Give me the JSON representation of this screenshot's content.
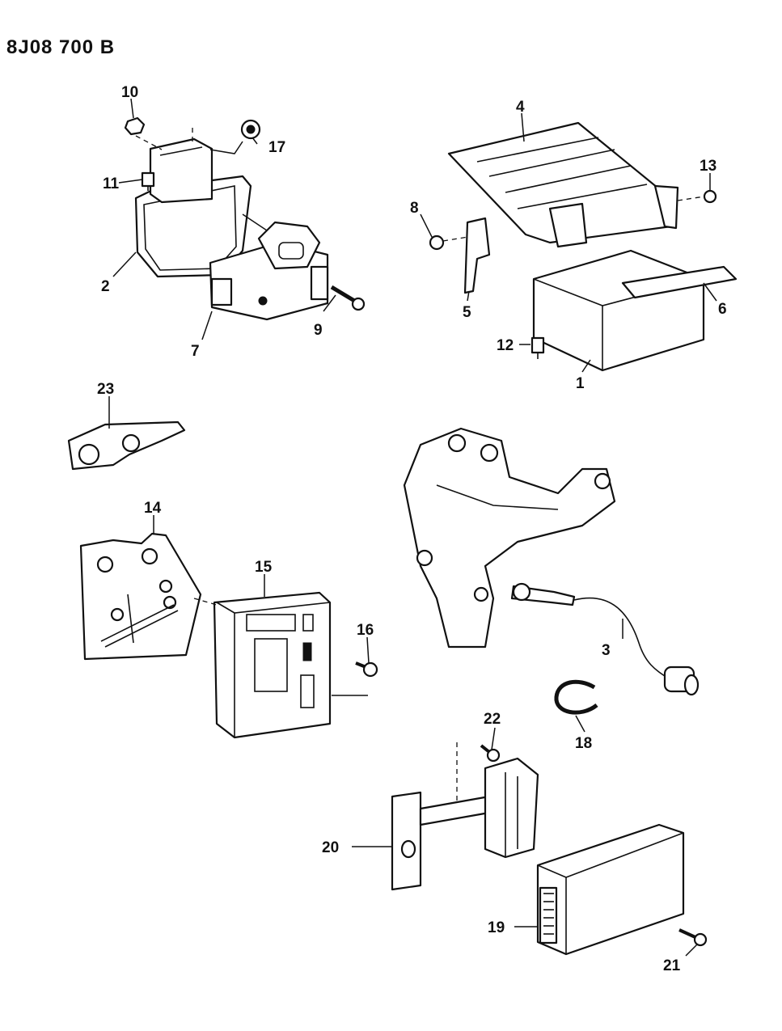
{
  "diagram": {
    "ref_code": "8J08 700 B",
    "callouts": [
      "1",
      "2",
      "3",
      "4",
      "5",
      "6",
      "7",
      "8",
      "9",
      "10",
      "11",
      "12",
      "13",
      "14",
      "15",
      "16",
      "17",
      "18",
      "19",
      "20",
      "21",
      "22",
      "23"
    ]
  }
}
